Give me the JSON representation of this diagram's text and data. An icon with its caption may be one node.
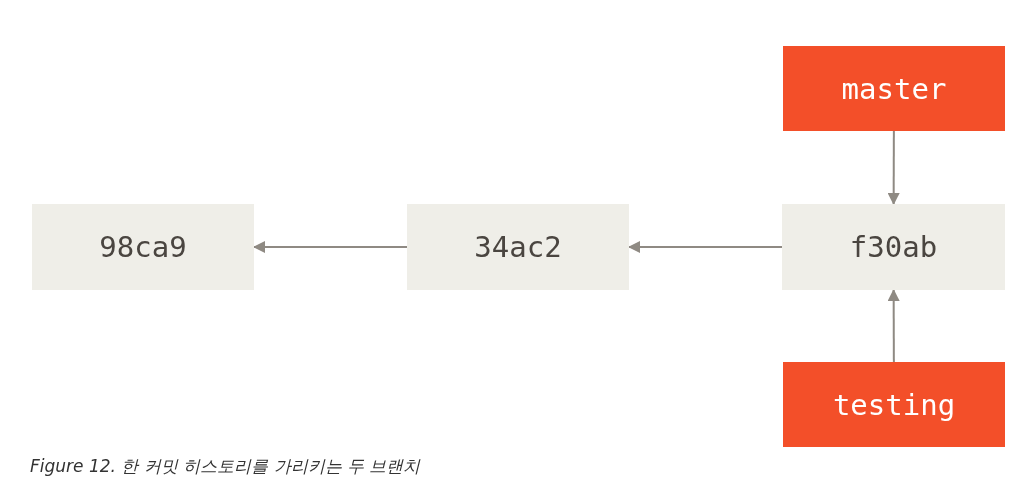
{
  "diagram": {
    "caption": "Figure 12. 한 커밋 히스토리를 가리키는 두 브랜치",
    "nodes": [
      {
        "text": [
          "master"
        ]
      },
      {
        "text": [
          "98ca9"
        ]
      },
      {
        "text": [
          "34ac2"
        ]
      },
      {
        "text": [
          "f30ab"
        ]
      },
      {
        "text": [
          "testing"
        ]
      }
    ],
    "edges": [
      {
        "from": 2,
        "to": 1,
        "arrow": "to"
      },
      {
        "from": 3,
        "to": 2,
        "arrow": "to"
      },
      {
        "from": 0,
        "to": 3,
        "arrow": "to"
      },
      {
        "from": 4,
        "to": 3,
        "arrow": "to"
      }
    ]
  }
}
